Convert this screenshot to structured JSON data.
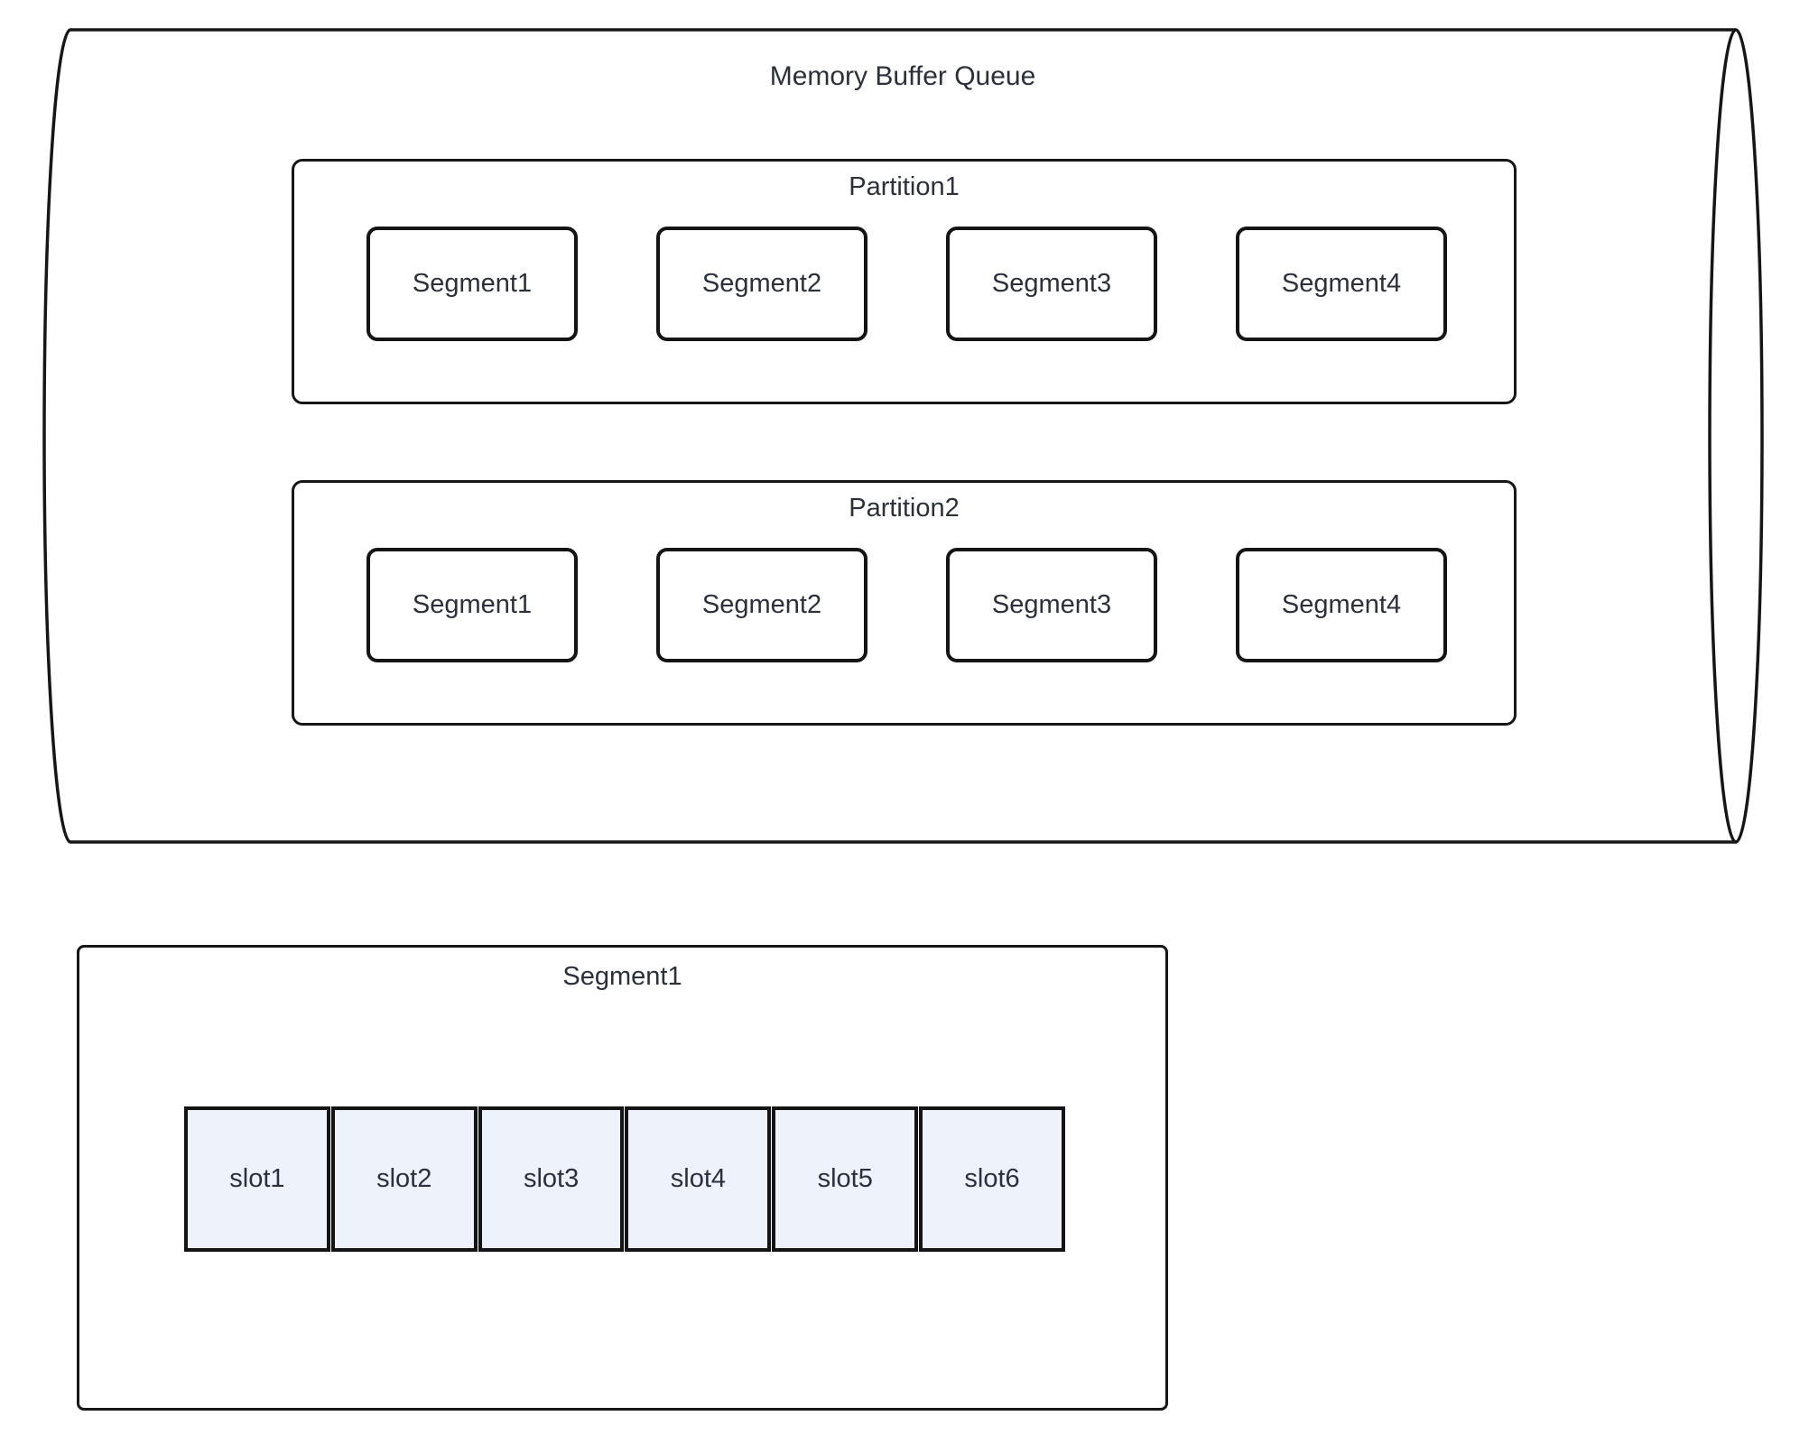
{
  "queue": {
    "title": "Memory Buffer Queue",
    "partitions": [
      {
        "label": "Partition1",
        "segments": [
          "Segment1",
          "Segment2",
          "Segment3",
          "Segment4"
        ]
      },
      {
        "label": "Partition2",
        "segments": [
          "Segment1",
          "Segment2",
          "Segment3",
          "Segment4"
        ]
      }
    ]
  },
  "segment_detail": {
    "title": "Segment1",
    "slots": [
      "slot1",
      "slot2",
      "slot3",
      "slot4",
      "slot5",
      "slot6"
    ]
  },
  "colors": {
    "stroke": "#161616",
    "arrow": "#0f0f0f",
    "text": "#2b303b",
    "slot_fill": "#eef2fa",
    "background": "#ffffff"
  }
}
